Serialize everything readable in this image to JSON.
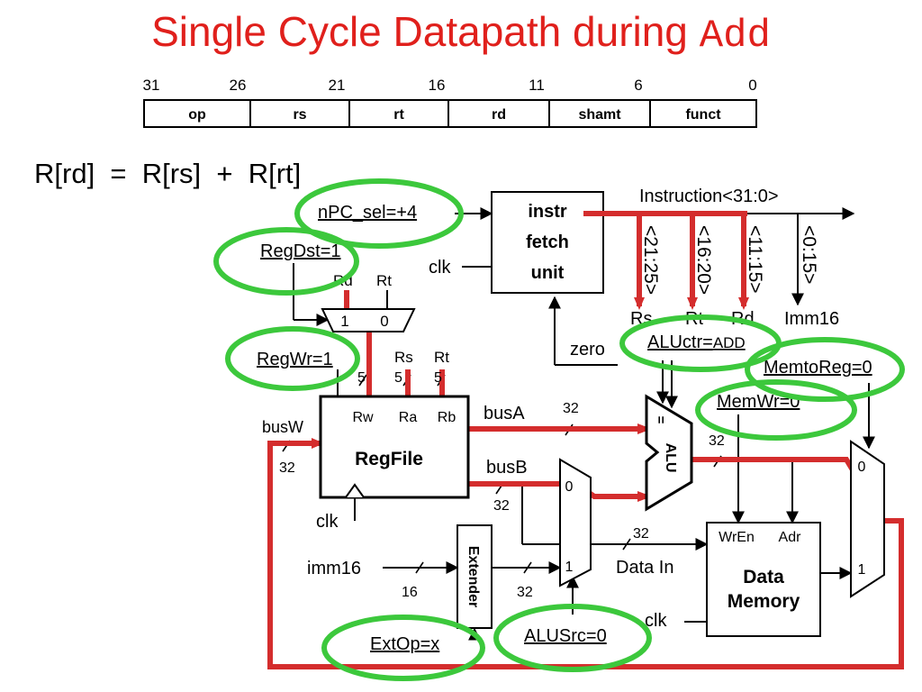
{
  "title": {
    "main": "Single Cycle Datapath during ",
    "instr": "Add"
  },
  "format": {
    "bit_positions": [
      "31",
      "26",
      "21",
      "16",
      "11",
      "6",
      "0"
    ],
    "fields": [
      "op",
      "rs",
      "rt",
      "rd",
      "shamt",
      "funct"
    ]
  },
  "equation": "R[rd]  =  R[rs]  +  R[rt]",
  "fetch": {
    "label_lines": [
      "instr",
      "fetch",
      "unit"
    ],
    "clk": "clk",
    "instruction": "Instruction<31:0>"
  },
  "slices": [
    "<21:25>",
    "<16:20>",
    "<11:15>",
    "<0:15>"
  ],
  "field_names": {
    "rs": "Rs",
    "rt": "Rt",
    "rd": "Rd",
    "imm": "Imm16"
  },
  "dst_mux": {
    "rd": "Rd",
    "rt": "Rt",
    "in1": "1",
    "in0": "0"
  },
  "regfile": {
    "name": "RegFile",
    "rw": "Rw",
    "ra": "Ra",
    "rb": "Rb",
    "rs_in": "Rs",
    "rt_in": "Rt",
    "width5": "5",
    "clk": "clk",
    "busW": "busW",
    "busA": "busA",
    "busB": "busB",
    "width32": "32"
  },
  "alu": {
    "name": "ALU",
    "eq": "=",
    "zero": "zero",
    "width32": "32"
  },
  "alusrc_mux": {
    "in0": "0",
    "in1": "1"
  },
  "extender": {
    "name": "Extender",
    "imm16": "imm16",
    "in_width": "16",
    "out_width": "32"
  },
  "memory": {
    "name_lines": [
      "Data",
      "Memory"
    ],
    "wren": "WrEn",
    "adr": "Adr",
    "data_in": "Data In",
    "clk": "clk",
    "width32": "32"
  },
  "mem_mux": {
    "in0": "0",
    "in1": "1"
  },
  "controls": {
    "npc_sel": "nPC_sel=+4",
    "regdst": "RegDst=1",
    "regwr": "RegWr=1",
    "aluctr_a": "ALUctr=",
    "aluctr_b": "ADD",
    "memtoreg": "MemtoReg=0",
    "memwr": "MemWr=0",
    "alusrc": "ALUSrc=0",
    "extop": "ExtOp=x"
  },
  "colors": {
    "title": "#e0201c",
    "active_path": "#d42d2d",
    "highlight": "#3cc83c",
    "wire": "#000000"
  }
}
